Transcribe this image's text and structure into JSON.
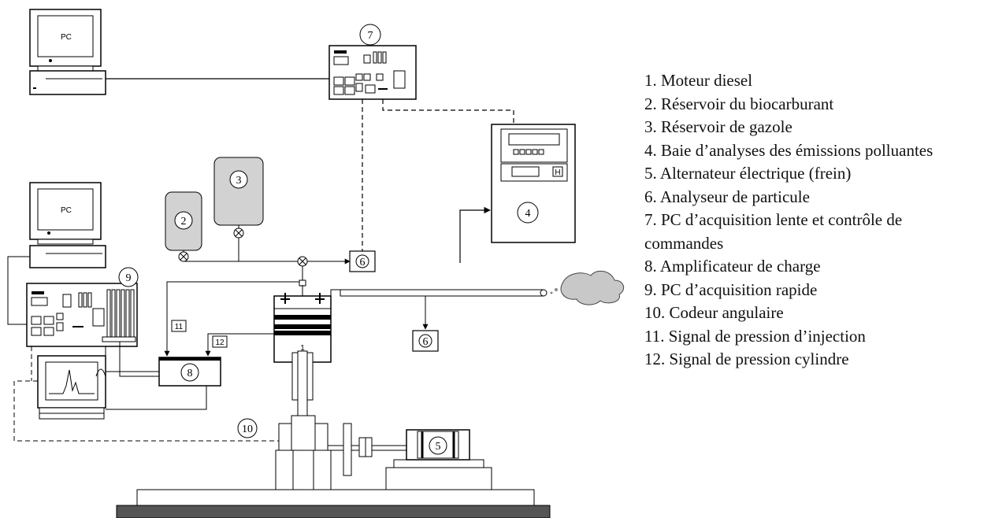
{
  "diagram": {
    "pc_label": "PC",
    "callouts": {
      "c1": "1",
      "c2": "2",
      "c3": "3",
      "c4": "4",
      "c5": "5",
      "c6": "6",
      "c7": "7",
      "c8": "8",
      "c9": "9",
      "c10": "10",
      "c11": "11",
      "c12": "12"
    }
  },
  "legend": [
    "1. Moteur diesel",
    "2. Réservoir du biocarburant",
    "3. Réservoir de gazole",
    "4. Baie d’analyses des émissions polluantes",
    "5. Alternateur électrique (frein)",
    "6. Analyseur de particule",
    "7. PC d’acquisition lente et contrôle de commandes",
    "8. Amplificateur de charge",
    "9. PC d’acquisition rapide",
    "10. Codeur angulaire",
    "11. Signal de pression d’injection",
    "12. Signal de pression cylindre"
  ]
}
